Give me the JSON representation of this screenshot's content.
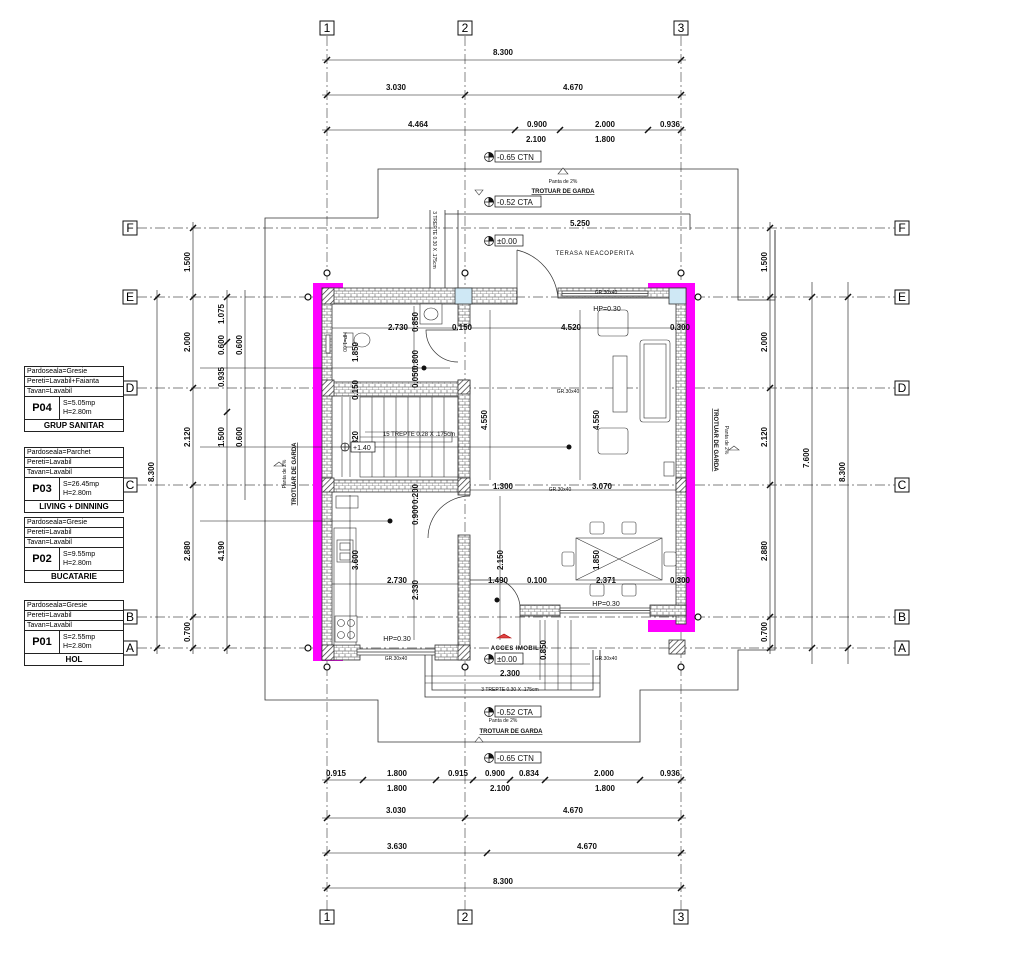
{
  "grid": {
    "columns": [
      "1",
      "2",
      "3"
    ],
    "rows": [
      "F",
      "E",
      "D",
      "C",
      "B",
      "A"
    ]
  },
  "dims_top": {
    "total": "8.300",
    "row2": [
      "3.030",
      "4.670"
    ],
    "row3": [
      "4.464",
      "0.900",
      "2.000",
      "0.936"
    ],
    "row3b": [
      "2.100",
      "1.800"
    ]
  },
  "dims_bottom": {
    "row1": [
      "0.915",
      "1.800",
      "0.915",
      "0.900",
      "0.834",
      "2.000",
      "0.936"
    ],
    "row1b": [
      "1.800",
      "2.100",
      "1.800"
    ],
    "row2": [
      "3.030",
      "4.670"
    ],
    "row3": [
      "3.630",
      "4.670"
    ],
    "total": "8.300"
  },
  "dims_left": {
    "outer": [
      "1.500",
      "2.000",
      "2.120",
      "2.880",
      "0.700"
    ],
    "mid": [
      "0.935",
      "1.500",
      "4.190"
    ],
    "inner": [
      "1.075",
      "0.600",
      "0.600",
      "0.600"
    ],
    "total": "8.300"
  },
  "dims_right": {
    "outer": [
      "1.500",
      "2.000",
      "2.120",
      "2.880",
      "0.700"
    ],
    "mid": "7.600",
    "total": "8.300"
  },
  "interior_dims": {
    "d2730a": "2.730",
    "d0850a": "0.850",
    "d0150": "0.150",
    "d4520": "4.520",
    "d0300a": "0.300",
    "d1850": "1.850",
    "d0800": "0.800",
    "d0050": "0.050",
    "d0150b": "0.150",
    "d4550a": "4.550",
    "d4550b": "4.550",
    "d1820": "1.820",
    "d1300": "1.300",
    "d3070": "3.070",
    "d0900": "0.900",
    "d0200": "0.200",
    "d2150": "2.150",
    "d2730b": "2.730",
    "d2330": "2.330",
    "d1490": "1.490",
    "d0100": "0.100",
    "d2371": "2.371",
    "d0300b": "0.300",
    "d0850b": "0.850",
    "d2300": "2.300",
    "d3600": "3.600",
    "d1850b": "1.850"
  },
  "levels": {
    "top_ctn": "-0.65 CTN",
    "top_cta": "-0.52 CTA",
    "top_zero": "±0.00",
    "bottom_zero": "±0.00",
    "bottom_cta": "-0.52 CTA",
    "bottom_ctn": "-0.65 CTN",
    "stair_level": "+1.40"
  },
  "labels": {
    "panta_top": "Panta de 2%",
    "trotuar_top": "TROTUAR DE GARDA",
    "panta_bottom": "Panta de 2%",
    "trotuar_bottom": "TROTUAR DE GARDA",
    "trotuar_left": "TROTUAR DE GARDA",
    "panta_left": "Panta de 2%",
    "trotuar_right": "TROTUAR DE GARDA",
    "panta_right": "Panta de 2%",
    "terasa": "TERASA NEACOPERITA",
    "terasa_width": "5.250",
    "stairs_main": "15 TREPTE 0.28 X .175cm",
    "stairs_top": "3 TREPTE 0.30 X .175cm",
    "stairs_bottom": "3 TREPTE 0.30 X .175cm",
    "acces": "ACCES IMOBIL",
    "hp_top": "HP=0.30",
    "hp_bottom": "HP=0.30",
    "hp_kitchen": "HP=0.30",
    "hp_bath": "HP=1.00",
    "win_a": "GR.30x40",
    "win_b": "GR.30x40",
    "win_c": "GR.30x40",
    "win_d": "GR.30x40",
    "win_e": "GR.30x40"
  },
  "rooms": [
    {
      "finish": [
        "Pardoseala=Gresie",
        "Pereti=Lavabil+Faianta",
        "Tavan=Lavabil"
      ],
      "code": "P04",
      "area": "S=5.05mp",
      "height": "H=2.80m",
      "name": "GRUP SANITAR"
    },
    {
      "finish": [
        "Pardoseala=Parchet",
        "Pereti=Lavabil",
        "Tavan=Lavabil"
      ],
      "code": "P03",
      "area": "S=26.45mp",
      "height": "H=2.80m",
      "name": "LIVING + DINNING"
    },
    {
      "finish": [
        "Pardoseala=Gresie",
        "Pereti=Lavabil",
        "Tavan=Lavabil"
      ],
      "code": "P02",
      "area": "S=9.55mp",
      "height": "H=2.80m",
      "name": "BUCATARIE"
    },
    {
      "finish": [
        "Pardoseala=Gresie",
        "Pereti=Lavabil",
        "Tavan=Lavabil"
      ],
      "code": "P01",
      "area": "S=2.55mp",
      "height": "H=2.80m",
      "name": "HOL"
    }
  ],
  "colors": {
    "wall_highlight": "#ff00ff",
    "brick": "#8a8a8a",
    "line": "#111111",
    "column": "#cfe8f5"
  }
}
